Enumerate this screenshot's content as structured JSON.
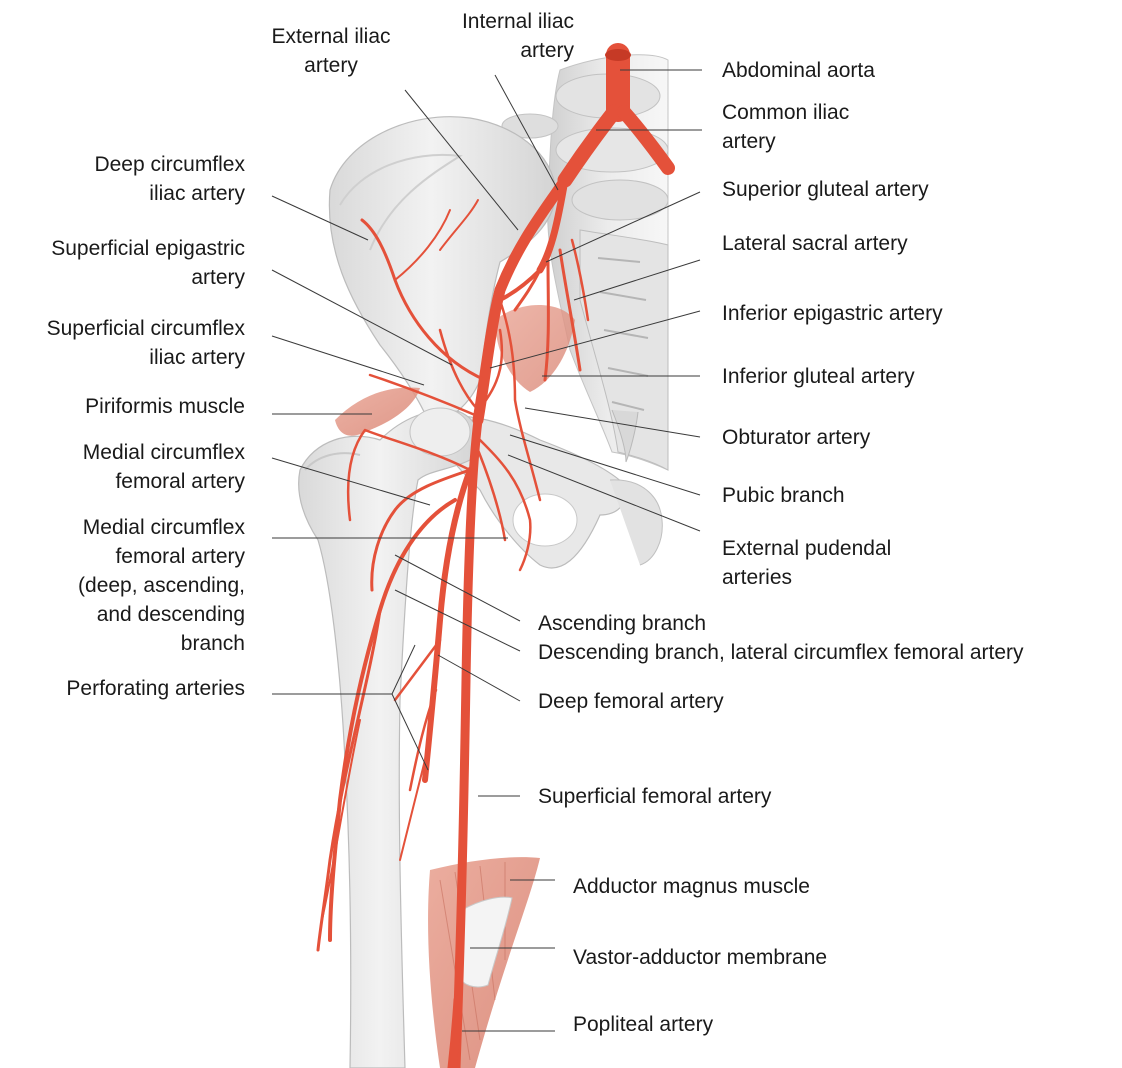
{
  "figure": {
    "colors": {
      "artery": "#e4513a",
      "artery_dark": "#c63a26",
      "bone": "#e9e9e9",
      "bone_shade": "#d2d2d2",
      "bone_edge": "#b9b9b9",
      "muscle": "#e79a8a",
      "membrane": "#efefef",
      "leader": "#3a3a3a",
      "text": "#1a1a1a"
    },
    "labels": {
      "external_iliac": [
        "External iliac",
        "artery"
      ],
      "internal_iliac": [
        "Internal iliac",
        "artery"
      ],
      "abdominal_aorta": [
        "Abdominal aorta"
      ],
      "common_iliac": [
        "Common iliac",
        "artery"
      ],
      "deep_circumflex_iliac": [
        "Deep circumflex",
        "iliac artery"
      ],
      "superior_gluteal": [
        "Superior gluteal artery"
      ],
      "superficial_epigastric": [
        "Superficial epigastric",
        "artery"
      ],
      "lateral_sacral": [
        "Lateral sacral artery"
      ],
      "superficial_circumflex_iliac": [
        "Superficial circumflex",
        "iliac artery"
      ],
      "inferior_epigastric": [
        "Inferior epigastric artery"
      ],
      "inferior_gluteal": [
        "Inferior gluteal artery"
      ],
      "piriformis": [
        "Piriformis muscle"
      ],
      "obturator": [
        "Obturator artery"
      ],
      "medial_circumflex_1": [
        "Medial circumflex",
        "femoral artery"
      ],
      "pubic_branch": [
        "Pubic branch"
      ],
      "medial_circumflex_2": [
        "Medial circumflex",
        "femoral artery",
        "(deep, ascending,",
        "and descending",
        "branch"
      ],
      "external_pudendal": [
        "External pudendal",
        "arteries"
      ],
      "ascending_branch": [
        "Ascending branch"
      ],
      "descending_branch": [
        "Descending branch, lateral circumflex femoral artery"
      ],
      "perforating": [
        "Perforating arteries"
      ],
      "deep_femoral": [
        "Deep femoral artery"
      ],
      "superficial_femoral": [
        "Superficial femoral artery"
      ],
      "adductor_magnus": [
        "Adductor magnus muscle"
      ],
      "vastor_adductor": [
        "Vastor-adductor membrane"
      ],
      "popliteal": [
        "Popliteal artery"
      ]
    }
  }
}
